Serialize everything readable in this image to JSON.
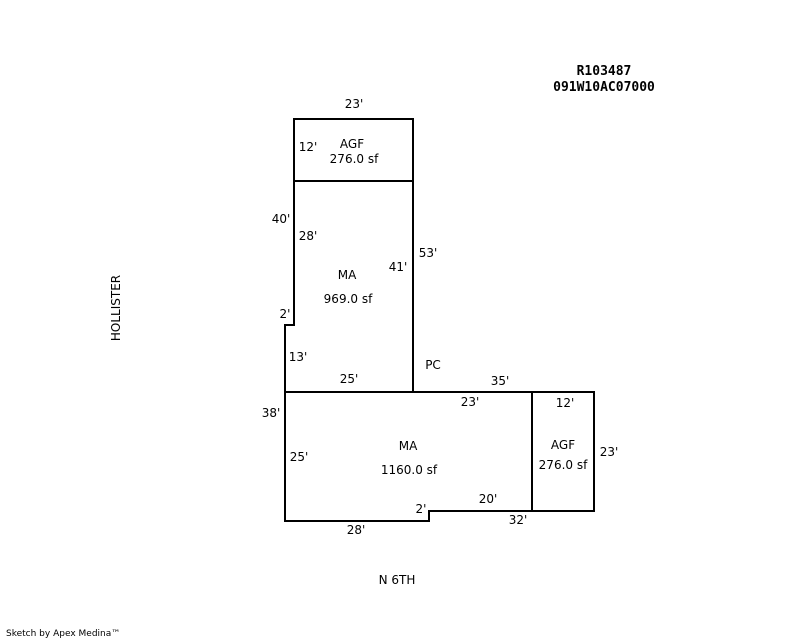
{
  "header": {
    "parcel_id": "R103487",
    "map_number": "091W10AC07000"
  },
  "streets": {
    "west": "HOLLISTER",
    "south": "N 6TH"
  },
  "footer": {
    "credit": "Sketch by Apex Medina™"
  },
  "areas": {
    "agf_top": {
      "label": "AGF",
      "area": "276.0 sf"
    },
    "ma_upper": {
      "label": "MA",
      "area": "969.0 sf"
    },
    "ma_lower": {
      "label": "MA",
      "area": "1160.0 sf"
    },
    "agf_right": {
      "label": "AGF",
      "area": "276.0 sf"
    },
    "pc": {
      "label": "PC"
    }
  },
  "dimensions": {
    "agf_top_width": "23'",
    "agf_top_depth": "12'",
    "upper_west_40": "40'",
    "upper_west_28": "28'",
    "upper_east_41": "41'",
    "east_53": "53'",
    "jog_2_upper": "2'",
    "west_13": "13'",
    "upper_bottom_25": "25'",
    "pc_35": "35'",
    "lower_top_23": "23'",
    "agf_right_top_12": "12'",
    "west_38": "38'",
    "lower_west_25": "25'",
    "agf_right_east_23": "23'",
    "jog_2_lower": "2'",
    "lower_20": "20'",
    "bottom_28": "28'",
    "bottom_32": "32'"
  }
}
